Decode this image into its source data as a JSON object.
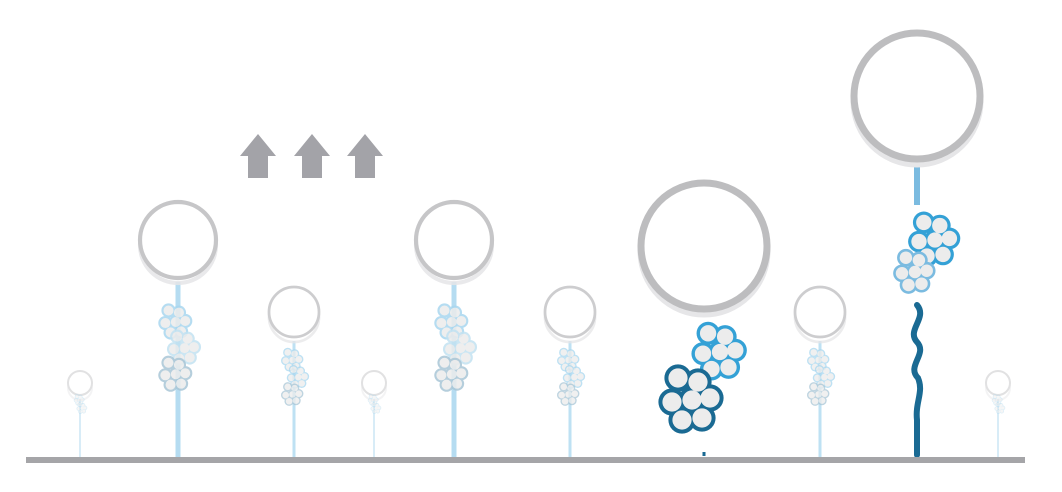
{
  "colors": {
    "background": "#ffffff",
    "ground": "#a5a5a8",
    "head_outline": "#bdbdbf",
    "dash": "#a9a9ad",
    "arrow": "#a3a3a8",
    "blue_dark": "#1a6a93",
    "blue_bright": "#34a1d6",
    "blue_mid": "#7bbbe0",
    "blue_pale": "#a9d7ef",
    "blue_grey": "#a9c6d6",
    "blob_fill": "#ececec"
  },
  "icons": [
    "up-arrow-icon",
    "up-arrow-icon",
    "up-arrow-icon"
  ],
  "diagram": {
    "elements": [
      "ground-line",
      "threshold-dashed-line",
      "growth-arrows",
      "balloon-figures"
    ],
    "highlighted_figure": "bright-blue-tall-figure"
  }
}
